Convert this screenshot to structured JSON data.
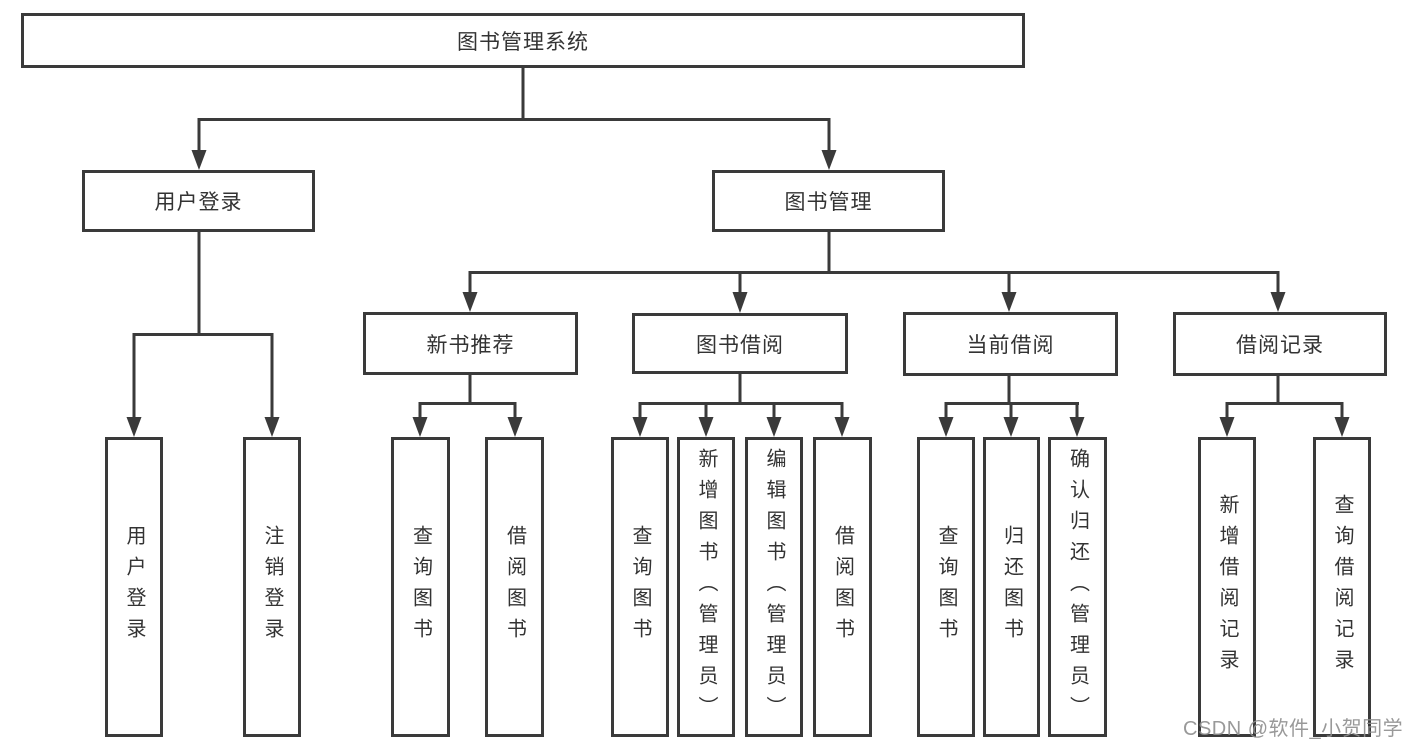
{
  "diagram": {
    "root": {
      "label": "图书管理系统"
    },
    "branches": [
      {
        "label": "用户登录",
        "leaves": [
          {
            "label": "用户登录"
          },
          {
            "label": "注销登录"
          }
        ]
      },
      {
        "label": "图书管理",
        "groups": [
          {
            "label": "新书推荐",
            "leaves": [
              {
                "label": "查询图书"
              },
              {
                "label": "借阅图书"
              }
            ]
          },
          {
            "label": "图书借阅",
            "leaves": [
              {
                "label": "查询图书"
              },
              {
                "label": "新增图书（管理员）"
              },
              {
                "label": "编辑图书（管理员）"
              },
              {
                "label": "借阅图书"
              }
            ]
          },
          {
            "label": "当前借阅",
            "leaves": [
              {
                "label": "查询图书"
              },
              {
                "label": "归还图书"
              },
              {
                "label": "确认归还（管理员）"
              }
            ]
          },
          {
            "label": "借阅记录",
            "leaves": [
              {
                "label": "新增借阅记录"
              },
              {
                "label": "查询借阅记录"
              }
            ]
          }
        ]
      }
    ]
  },
  "watermark": {
    "brand": "CSDN @软件_小贺同学"
  },
  "colors": {
    "line": "#3a3a3a",
    "text": "#333333",
    "watermark": "#8e8e8e",
    "background": "#ffffff"
  }
}
